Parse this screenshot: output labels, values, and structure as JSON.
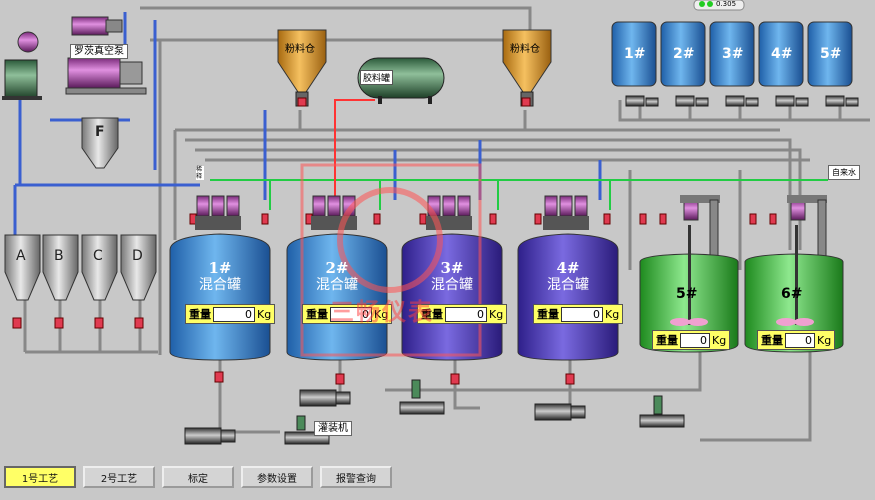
{
  "labels": {
    "vacuum_pump": "罗茨真空泵",
    "powder_tank_1": "粉料仓",
    "powder_tank_2": "粉料仓",
    "glue_tank": "胶料罐",
    "tap_water": "自来水",
    "filling_machine": "灌装机",
    "top_indicator": "0.305",
    "small_pipe_label": "稀释"
  },
  "hoppers": [
    "A",
    "B",
    "C",
    "D"
  ],
  "hopper_f": "F",
  "raw_tanks": [
    "1#",
    "2#",
    "3#",
    "4#",
    "5#"
  ],
  "mix_tanks": [
    {
      "num": "1#",
      "name": "混合罐",
      "weight_label": "重量",
      "weight": "0",
      "unit": "Kg"
    },
    {
      "num": "2#",
      "name": "混合罐",
      "weight_label": "重量",
      "weight": "0",
      "unit": "Kg"
    },
    {
      "num": "3#",
      "name": "混合罐",
      "weight_label": "重量",
      "weight": "0",
      "unit": "Kg"
    },
    {
      "num": "4#",
      "name": "混合罐",
      "weight_label": "重量",
      "weight": "0",
      "unit": "Kg"
    }
  ],
  "green_tanks": [
    {
      "num": "5#",
      "weight_label": "重量",
      "weight": "0",
      "unit": "Kg"
    },
    {
      "num": "6#",
      "weight_label": "重量",
      "weight": "0",
      "unit": "Kg"
    }
  ],
  "watermark": "三畅仪表",
  "buttons": [
    "1号工艺",
    "2号工艺",
    "标定",
    "参数设置",
    "报警查询"
  ],
  "colors": {
    "blue_pipe": "#3a5fd0",
    "green_pipe": "#22cc44",
    "red_pipe": "#ff3333",
    "active_button": "#ffff66"
  }
}
